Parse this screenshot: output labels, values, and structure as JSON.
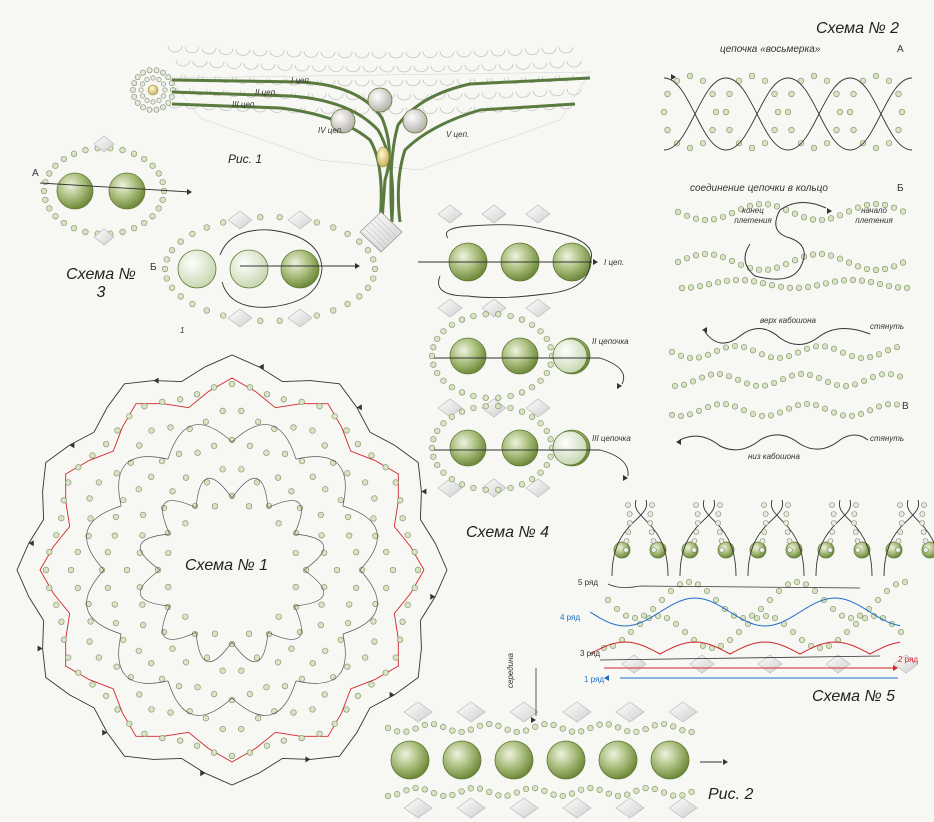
{
  "colors": {
    "bead_green": "#a9bd7c",
    "bead_green_dark": "#6f8a3c",
    "bead_light": "#d9e4c7",
    "bead_white": "#e4e4e4",
    "thread": "#333333",
    "thread_red": "#d0262d",
    "thread_blue": "#1e6ec8"
  },
  "labels": {
    "schema2_title": "Схема № 2",
    "schema2_a_caption": "цепочка «восьмерка»",
    "schema2_a_letter": "А",
    "schema2_b_caption": "соединение цепочки в кольцо",
    "schema2_b_letter": "Б",
    "schema2_b_end": "конец плетения",
    "schema2_b_start": "начало плетения",
    "schema2_v_top": "верх кабошона",
    "schema2_v_tighten_top": "стянуть",
    "schema2_v_letter": "В",
    "schema2_v_tighten_bottom": "стянуть",
    "schema2_v_bottom": "низ кабошона",
    "fig1_title": "Рис. 1",
    "fig1_chain1": "I цеп.",
    "fig1_chain2": "II цеп.",
    "fig1_chain3": "III цеп.",
    "fig1_chain4": "IV цеп.",
    "fig1_chain5": "V цеп.",
    "schema3_a_letter": "А",
    "schema3_b_letter": "Б",
    "schema3_title": "Схема № 3",
    "schema4_chain1": "I цеп.",
    "schema4_chain2": "II цепочка",
    "schema4_chain3": "III цепочка",
    "schema4_title": "Схема № 4",
    "schema1_title": "Схема № 1",
    "schema5_row5": "5 ряд",
    "schema5_row4": "4 ряд",
    "schema5_row3": "3 ряд",
    "schema5_row2": "2 ряд",
    "schema5_row1": "1 ряд",
    "schema5_title": "Схема № 5",
    "fig2_middle": "середина",
    "fig2_title": "Рис. 2",
    "stray_mark": "1"
  }
}
